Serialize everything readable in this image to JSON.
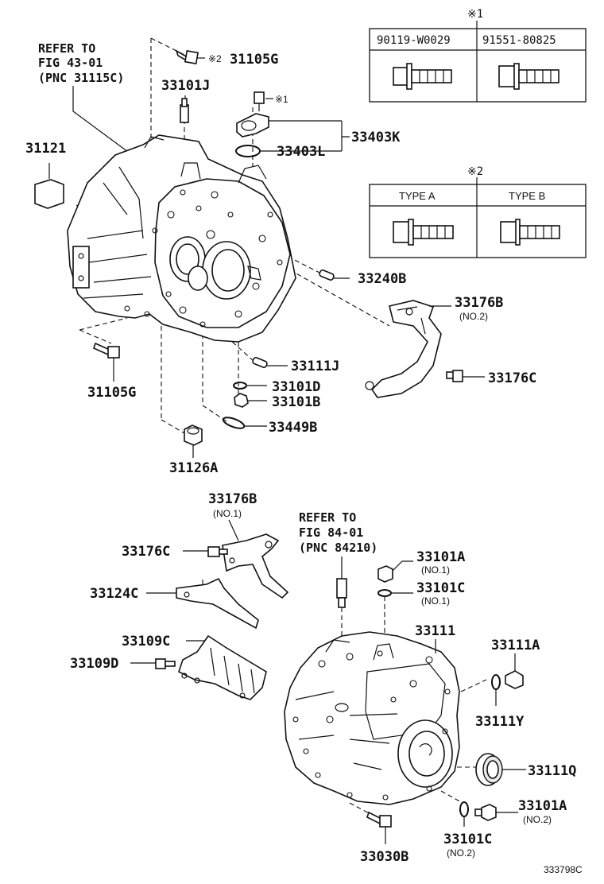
{
  "figure_id": "333798C",
  "refs": {
    "top": {
      "line1": "REFER TO",
      "line2": "FIG 43-01",
      "line3": "(PNC 31115C)"
    },
    "mid": {
      "line1": "REFER TO",
      "line2": "FIG 84-01",
      "line3": "(PNC 84210)"
    }
  },
  "table1": {
    "mark": "※1",
    "col1": "90119-W0029",
    "col2": "91551-80825"
  },
  "table2": {
    "mark": "※2",
    "col1": "TYPE A",
    "col2": "TYPE B"
  },
  "parts": {
    "p31105G_top": "31105G",
    "mark2_top": "※2",
    "p33101J": "33101J",
    "mark1": "※1",
    "p33403K": "33403K",
    "p33403L": "33403L",
    "p31121": "31121",
    "p33240B": "33240B",
    "p33176B_top": "33176B",
    "no2_a": "(NO.2)",
    "p33176C_top": "33176C",
    "p33111J": "33111J",
    "p33101D": "33101D",
    "p33101B": "33101B",
    "p31105G_bot": "31105G",
    "p33449B": "33449B",
    "p31126A": "31126A",
    "p33176B_bot": "33176B",
    "no1_a": "(NO.1)",
    "p33176C_bot": "33176C",
    "p33124C": "33124C",
    "p33109C": "33109C",
    "p33109D": "33109D",
    "p33101A_top": "33101A",
    "no1_b": "(NO.1)",
    "p33101C_top": "33101C",
    "no1_c": "(NO.1)",
    "p33111": "33111",
    "p33111A": "33111A",
    "p33111Y": "33111Y",
    "p33111Q": "33111Q",
    "p33101A_bot": "33101A",
    "no2_b": "(NO.2)",
    "p33030B": "33030B",
    "p33101C_bot": "33101C",
    "no2_c": "(NO.2)"
  }
}
